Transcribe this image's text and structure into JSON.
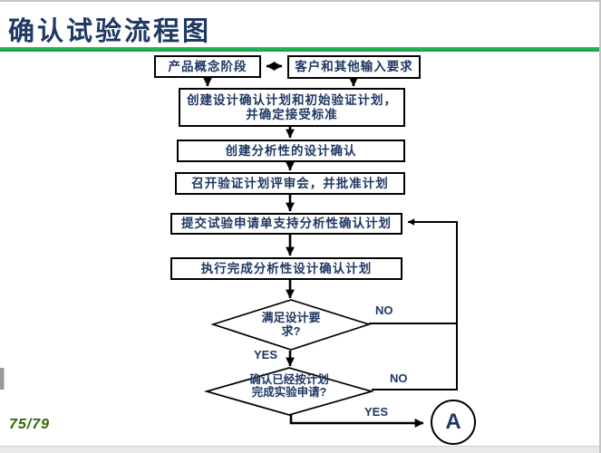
{
  "page": {
    "title": "确认试验流程图",
    "page_number": "75/79"
  },
  "colors": {
    "title_text": "#1F3864",
    "accent_green": "#1CAD4B",
    "page_number_green": "#336600",
    "connector_black": "#000000",
    "box_border": "#000000"
  },
  "flowchart": {
    "boxes": [
      {
        "label": "产品概念阶段"
      },
      {
        "label": "客户和其他输入要求"
      },
      {
        "label": "创建设计确认计划和初始验证计划，\n并确定接受标准"
      },
      {
        "label": "创建分析性的设计确认"
      },
      {
        "label": "召开验证计划评审会，并批准计划"
      },
      {
        "label": "提交试验申请单支持分析性确认计划"
      },
      {
        "label": "执行完成分析性设计确认计划"
      }
    ],
    "decisions": [
      {
        "label": "满足设计要\n求?"
      },
      {
        "label": "确认已经按计划\n完成实验申请?"
      }
    ],
    "labels": {
      "no1": "NO",
      "yes1": "YES",
      "no2": "NO",
      "yes2": "YES"
    },
    "terminal": {
      "label": "A"
    }
  }
}
